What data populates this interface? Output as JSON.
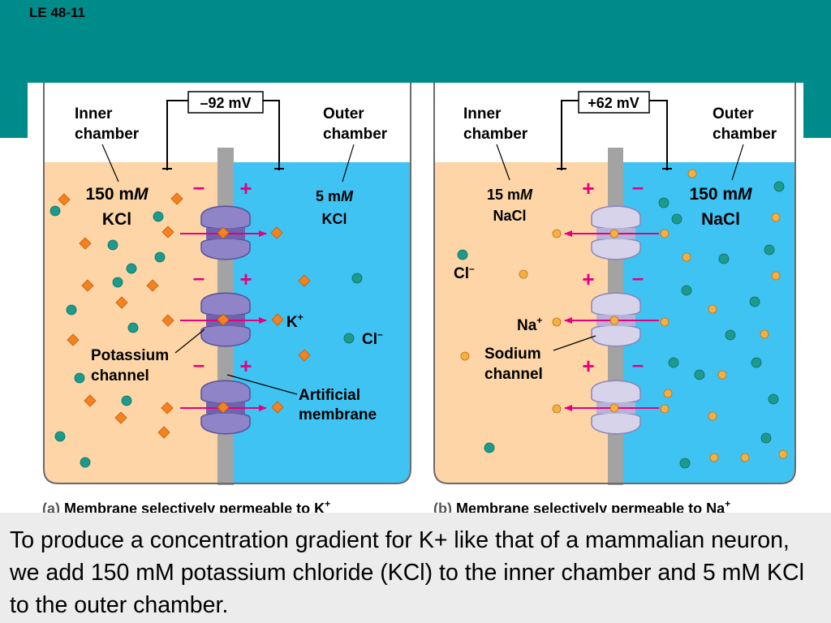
{
  "slide_label": "LE 48-11",
  "panel_a": {
    "voltage": "–92 mV",
    "inner_label_1": "Inner",
    "inner_label_2": "chamber",
    "outer_label_1": "Outer",
    "outer_label_2": "chamber",
    "inner_conc_value": "150 m",
    "inner_conc_unit": "M",
    "inner_conc_salt": "KCl",
    "outer_conc_value": "5 m",
    "outer_conc_unit": "M",
    "outer_conc_salt": "KCl",
    "ion_cation": "K",
    "ion_anion": "Cl",
    "channel_label_1": "Potassium",
    "channel_label_2": "channel",
    "membrane_label_1": "Artificial",
    "membrane_label_2": "membrane",
    "caption_letter": "(a)",
    "caption_text": "Membrane selectively permeable to K"
  },
  "panel_b": {
    "voltage": "+62 mV",
    "inner_label_1": "Inner",
    "inner_label_2": "chamber",
    "outer_label_1": "Outer",
    "outer_label_2": "chamber",
    "inner_conc_value": "15 m",
    "inner_conc_unit": "M",
    "inner_conc_salt": "NaCl",
    "outer_conc_value": "150 m",
    "outer_conc_unit": "M",
    "outer_conc_salt": "NaCl",
    "ion_cation": "Na",
    "ion_anion": "Cl",
    "channel_label_1": "Sodium",
    "channel_label_2": "channel",
    "caption_letter": "(b)",
    "caption_text": "Membrane selectively permeable to Na"
  },
  "signs": {
    "plus": "+",
    "minus": "–",
    "superscript_plus": "+",
    "superscript_minus": "–"
  },
  "colors": {
    "band": "#008b8b",
    "inner_fluid": "#fdd5a6",
    "outer_fluid": "#3fc3f3",
    "membrane": "#a3a3a3",
    "k_ion": "#f58220",
    "na_ion": "#f6b042",
    "cl_ion": "#1c9a8c",
    "k_channel": "#8e84c7",
    "na_channel": "#d6d3ea",
    "arrow": "#e6007e",
    "sign": "#e6007e"
  },
  "footer": {
    "text": "To produce a concentration gradient for K+ like that of a mammalian neuron, we add 150 mM potassium chloride (KCl) to the inner chamber and 5 mM KCl to the outer chamber."
  }
}
